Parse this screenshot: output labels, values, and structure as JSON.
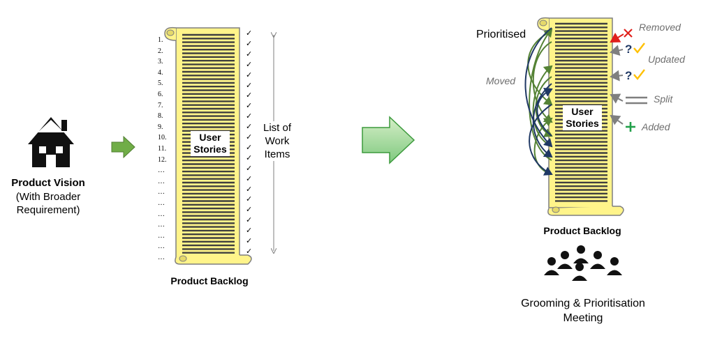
{
  "vision": {
    "title": "Product Vision",
    "subtitle_line1": "(With Broader",
    "subtitle_line2": "Requirement)",
    "icon": "house-icon"
  },
  "backlog_left": {
    "label": "Product Backlog",
    "center_line1": "User",
    "center_line2": "Stories",
    "numbers": [
      "1.",
      "2.",
      "3.",
      "4.",
      "5.",
      "6.",
      "7.",
      "8.",
      "9.",
      "10.",
      "11.",
      "12.",
      "…",
      "…",
      "…",
      "…",
      "…",
      "…",
      "…",
      "…",
      "…"
    ],
    "tick_mark": "✓",
    "tick_count": 22,
    "side_label_line1": "List of",
    "side_label_line2": "Work",
    "side_label_line3": "Items"
  },
  "backlog_right": {
    "label": "Product Backlog",
    "center_line1": "User",
    "center_line2": "Stories",
    "prioritised": "Prioritised",
    "moved": "Moved",
    "annotations": {
      "removed": "Removed",
      "updated": "Updated",
      "split": "Split",
      "added": "Added"
    },
    "question_mark": "?"
  },
  "meeting": {
    "line1": "Grooming & Prioritisation",
    "line2": "Meeting",
    "icon": "people-group-icon"
  },
  "colors": {
    "scroll_fill": "#fff48a",
    "scroll_stroke": "#7f7f7f",
    "line_color": "#3f3f3f",
    "arrow_green": "#70ad47",
    "arrow_navy": "#1f3864",
    "removed_red": "#e0201b",
    "check_gold": "#ffc000",
    "added_green": "#22a04a"
  }
}
